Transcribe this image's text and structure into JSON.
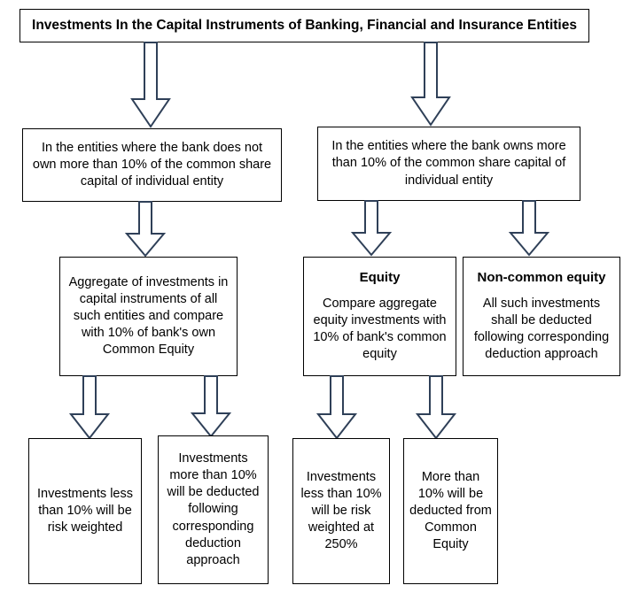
{
  "diagram": {
    "type": "flowchart",
    "title": "Investments In the Capital Instruments of Banking, Financial and Insurance Entities",
    "colors": {
      "box_border": "#000000",
      "box_fill": "#FFFFFF",
      "arrow_stroke": "#2F4058",
      "arrow_fill": "#FFFFFF",
      "text": "#000000"
    },
    "nodes": {
      "title": {
        "label": "Investments In the Capital Instruments of Banking, Financial and Insurance Entities"
      },
      "level2_left": {
        "body": "In the entities where the bank does not own more than 10% of the common share capital of individual entity"
      },
      "level2_right": {
        "body": "In the entities where the bank owns more than 10% of the common share capital of individual entity"
      },
      "level3_aggregate": {
        "body": "Aggregate of investments in capital instruments of all such entities and compare with 10% of bank's own Common Equity"
      },
      "level3_equity": {
        "heading": "Equity",
        "body": "Compare aggregate equity investments with 10% of bank's common equity"
      },
      "level3_noncommon": {
        "heading": "Non-common equity",
        "body": "All such investments shall be deducted following corresponding deduction approach"
      },
      "leaf_1": {
        "body": "Investments less than 10% will be risk weighted"
      },
      "leaf_2": {
        "body": "Investments more than 10% will be deducted following corresponding deduction approach"
      },
      "leaf_3": {
        "body": "Investments less than 10% will be risk weighted at 250%"
      },
      "leaf_4": {
        "body": "More than 10% will be deducted from Common Equity"
      }
    },
    "edges": [
      {
        "from": "title",
        "to": "level2_left"
      },
      {
        "from": "title",
        "to": "level2_right"
      },
      {
        "from": "level2_left",
        "to": "level3_aggregate"
      },
      {
        "from": "level2_right",
        "to": "level3_equity"
      },
      {
        "from": "level2_right",
        "to": "level3_noncommon"
      },
      {
        "from": "level3_aggregate",
        "to": "leaf_1"
      },
      {
        "from": "level3_aggregate",
        "to": "leaf_2"
      },
      {
        "from": "level3_equity",
        "to": "leaf_3"
      },
      {
        "from": "level3_equity",
        "to": "leaf_4"
      }
    ]
  }
}
